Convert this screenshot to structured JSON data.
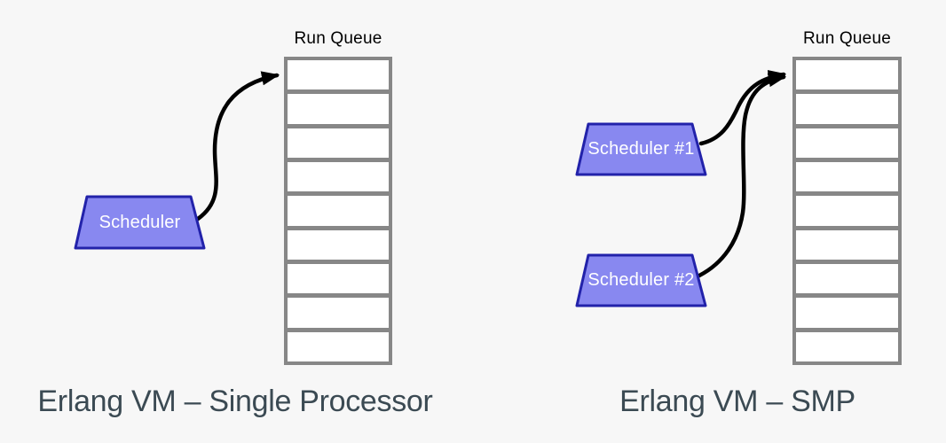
{
  "colors": {
    "background": "#f7f7f7",
    "scheduler_fill": "#8888f0",
    "scheduler_border": "#2222aa",
    "queue_border": "#878787",
    "queue_cell_fill": "#ffffff",
    "arrow": "#000000",
    "caption_text": "#3b4a53",
    "label_text": "#000000",
    "scheduler_text": "#ffffff"
  },
  "left_diagram": {
    "run_queue_label": "Run Queue",
    "queue_cell_count": 9,
    "schedulers": [
      {
        "label": "Scheduler"
      }
    ],
    "caption": "Erlang VM – Single Processor"
  },
  "right_diagram": {
    "run_queue_label": "Run Queue",
    "queue_cell_count": 9,
    "schedulers": [
      {
        "label": "Scheduler #1"
      },
      {
        "label": "Scheduler #2"
      }
    ],
    "caption": "Erlang VM – SMP"
  }
}
